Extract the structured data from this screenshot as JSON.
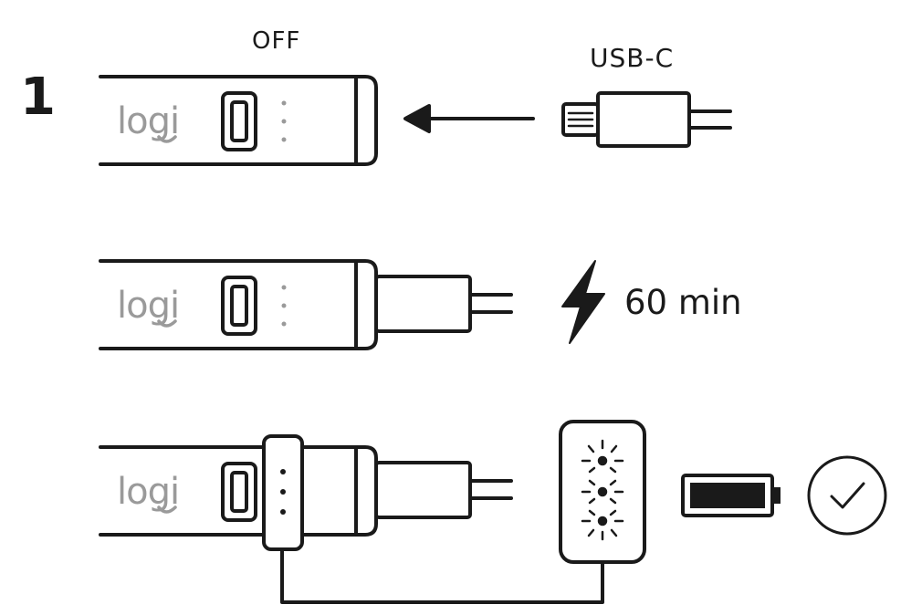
{
  "step": {
    "number": "1"
  },
  "labels": {
    "switch_state": "OFF",
    "connector": "USB-C",
    "charge_time": "60 min"
  },
  "devices": [
    {
      "brand": "logi",
      "state": "unplugged"
    },
    {
      "brand": "logi",
      "state": "charging"
    },
    {
      "brand": "logi",
      "state": "charged"
    }
  ],
  "colors": {
    "line": "#1a1a1a",
    "logo": "#9a9a9a",
    "background": "#ffffff"
  },
  "icons": [
    "arrow-left-icon",
    "usb-c-plug-icon",
    "lightning-bolt-icon",
    "led-indicator-icon",
    "battery-full-icon",
    "checkmark-circle-icon"
  ]
}
